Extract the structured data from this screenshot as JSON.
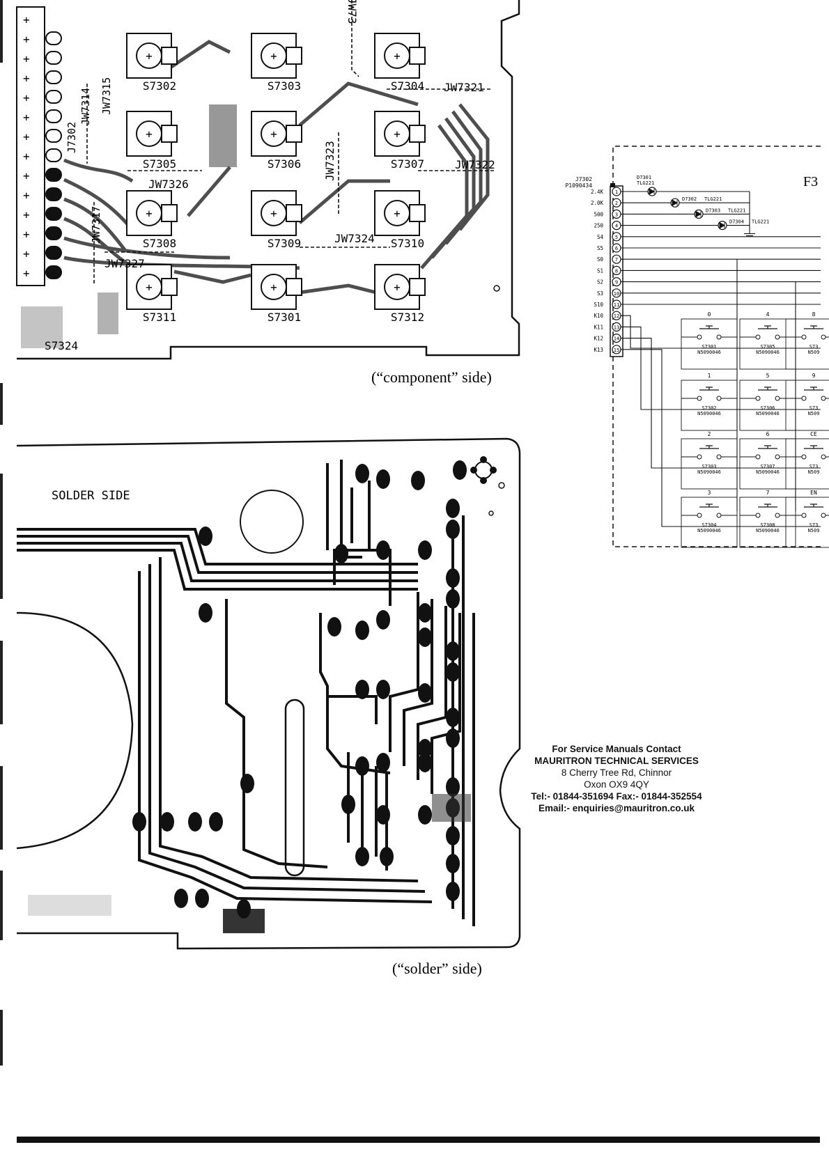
{
  "component_side": {
    "caption": "(“component” side)",
    "switches": [
      {
        "ref": "S7302"
      },
      {
        "ref": "S7303"
      },
      {
        "ref": "S7304"
      },
      {
        "ref": "S7305"
      },
      {
        "ref": "S7306"
      },
      {
        "ref": "S7307"
      },
      {
        "ref": "S7308"
      },
      {
        "ref": "S7309"
      },
      {
        "ref": "S7310"
      },
      {
        "ref": "S7311"
      },
      {
        "ref": "S7301"
      },
      {
        "ref": "S7312"
      }
    ],
    "jumpers": {
      "jw7321": "JW7321",
      "jw7322": "JW7322",
      "jw7323": "JW7323",
      "jw7324": "JW7324",
      "jw7326": "JW7326",
      "jw7327": "JW7327",
      "jw7314": "JW7314",
      "jw7315": "JW7315",
      "jw7317": "JW7317",
      "jw73_top": "JW73",
      "j7302": "J7302",
      "s7324": "S7324"
    }
  },
  "solder_side": {
    "label": "SOLDER SIDE",
    "caption": "(“solder” side)"
  },
  "schematic": {
    "section_label": "F3",
    "connector_ref": "J7302",
    "connector_part": "P1090434",
    "pins": [
      {
        "num": "1",
        "label": "2.4K"
      },
      {
        "num": "2",
        "label": "2.0K"
      },
      {
        "num": "3",
        "label": "500"
      },
      {
        "num": "4",
        "label": "250"
      },
      {
        "num": "5",
        "label": "S4"
      },
      {
        "num": "6",
        "label": "S5"
      },
      {
        "num": "7",
        "label": "S0"
      },
      {
        "num": "8",
        "label": "S1"
      },
      {
        "num": "9",
        "label": "S2"
      },
      {
        "num": "10",
        "label": "S3"
      },
      {
        "num": "11",
        "label": "S10"
      },
      {
        "num": "12",
        "label": "K10"
      },
      {
        "num": "13",
        "label": "K11"
      },
      {
        "num": "14",
        "label": "K12"
      },
      {
        "num": "15",
        "label": "K13"
      }
    ],
    "diodes": [
      {
        "ref": "D7301",
        "part": "TLG221"
      },
      {
        "ref": "D7302",
        "part": "TLG221"
      },
      {
        "ref": "D7303",
        "part": "TLG221"
      },
      {
        "ref": "D7304",
        "part": "TLG221"
      }
    ],
    "key_rows": [
      [
        {
          "key": "0",
          "ref": "S7301",
          "part": "N5090046"
        },
        {
          "key": "4",
          "ref": "S7305",
          "part": "N5090046"
        },
        {
          "key": "8",
          "ref": "S73",
          "part": "N509"
        }
      ],
      [
        {
          "key": "1",
          "ref": "S7302",
          "part": "N5090046"
        },
        {
          "key": "5",
          "ref": "S7306",
          "part": "N5090046"
        },
        {
          "key": "9",
          "ref": "S73",
          "part": "N509"
        }
      ],
      [
        {
          "key": "2",
          "ref": "S7303",
          "part": "N5090046"
        },
        {
          "key": "6",
          "ref": "S7307",
          "part": "N5090046"
        },
        {
          "key": "CE",
          "ref": "S73",
          "part": "N509"
        }
      ],
      [
        {
          "key": "3",
          "ref": "S7304",
          "part": "N5090046"
        },
        {
          "key": "7",
          "ref": "S7308",
          "part": "N5090046"
        },
        {
          "key": "EN",
          "ref": "S73",
          "part": "N509"
        }
      ]
    ]
  },
  "contact": {
    "line1": "For Service Manuals Contact",
    "line2": "MAURITRON TECHNICAL SERVICES",
    "line3": "8 Cherry Tree Rd, Chinnor",
    "line4": "Oxon OX9 4QY",
    "line5": "Tel:- 01844-351694 Fax:- 01844-352554",
    "line6": "Email:- enquiries@mauritron.co.uk"
  }
}
